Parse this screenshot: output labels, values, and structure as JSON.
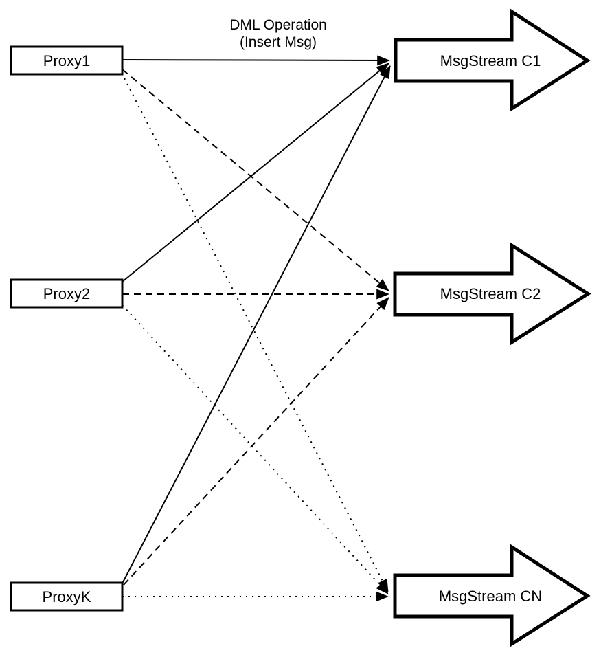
{
  "diagram": {
    "title": {
      "line1": "DML Operation",
      "line2": "(Insert Msg)"
    },
    "proxies": [
      {
        "label": "Proxy1"
      },
      {
        "label": "Proxy2"
      },
      {
        "label": "ProxyK"
      }
    ],
    "streams": [
      {
        "label": "MsgStream C1"
      },
      {
        "label": "MsgStream C2"
      },
      {
        "label": "MsgStream CN"
      }
    ],
    "connections": [
      {
        "from": "Proxy1",
        "to": "MsgStream C1",
        "style": "solid"
      },
      {
        "from": "Proxy2",
        "to": "MsgStream C1",
        "style": "solid"
      },
      {
        "from": "ProxyK",
        "to": "MsgStream C1",
        "style": "solid"
      },
      {
        "from": "Proxy1",
        "to": "MsgStream C2",
        "style": "dashed"
      },
      {
        "from": "Proxy2",
        "to": "MsgStream C2",
        "style": "dashed"
      },
      {
        "from": "ProxyK",
        "to": "MsgStream C2",
        "style": "dashed"
      },
      {
        "from": "Proxy1",
        "to": "MsgStream CN",
        "style": "dotted"
      },
      {
        "from": "Proxy2",
        "to": "MsgStream CN",
        "style": "dotted"
      },
      {
        "from": "ProxyK",
        "to": "MsgStream CN",
        "style": "dotted"
      }
    ],
    "colors": {
      "line": "#000000",
      "shape_fill": "#ffffff",
      "background": "#ffffff"
    }
  }
}
